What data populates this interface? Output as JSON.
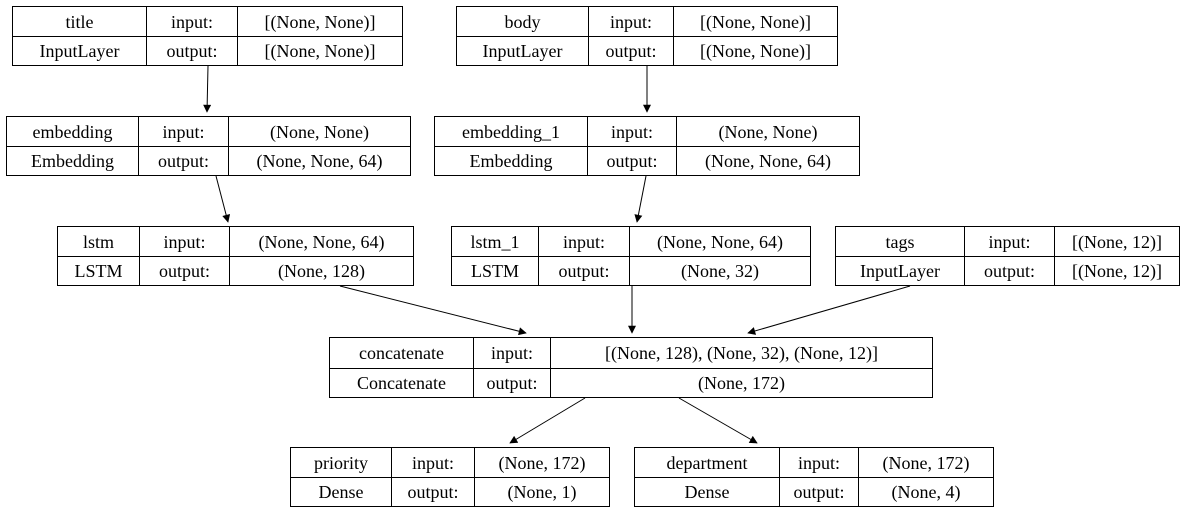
{
  "labels": {
    "input": "input:",
    "output": "output:"
  },
  "colors": {
    "background": "#ffffff",
    "line": "#000000",
    "text": "#000000"
  },
  "nodes": [
    {
      "name": "title",
      "layer_type": "InputLayer",
      "input_shape": "[(None, None)]",
      "output_shape": "[(None, None)]"
    },
    {
      "name": "body",
      "layer_type": "InputLayer",
      "input_shape": "[(None, None)]",
      "output_shape": "[(None, None)]"
    },
    {
      "name": "embedding",
      "layer_type": "Embedding",
      "input_shape": "(None, None)",
      "output_shape": "(None, None, 64)"
    },
    {
      "name": "embedding_1",
      "layer_type": "Embedding",
      "input_shape": "(None, None)",
      "output_shape": "(None, None, 64)"
    },
    {
      "name": "lstm",
      "layer_type": "LSTM",
      "input_shape": "(None, None, 64)",
      "output_shape": "(None, 128)"
    },
    {
      "name": "lstm_1",
      "layer_type": "LSTM",
      "input_shape": "(None, None, 64)",
      "output_shape": "(None, 32)"
    },
    {
      "name": "tags",
      "layer_type": "InputLayer",
      "input_shape": "[(None, 12)]",
      "output_shape": "[(None, 12)]"
    },
    {
      "name": "concatenate",
      "layer_type": "Concatenate",
      "input_shape": "[(None, 128), (None, 32), (None, 12)]",
      "output_shape": "(None, 172)"
    },
    {
      "name": "priority",
      "layer_type": "Dense",
      "input_shape": "(None, 172)",
      "output_shape": "(None, 1)"
    },
    {
      "name": "department",
      "layer_type": "Dense",
      "input_shape": "(None, 172)",
      "output_shape": "(None, 4)"
    }
  ],
  "edges": [
    {
      "from": "title",
      "to": "embedding"
    },
    {
      "from": "body",
      "to": "embedding_1"
    },
    {
      "from": "embedding",
      "to": "lstm"
    },
    {
      "from": "embedding_1",
      "to": "lstm_1"
    },
    {
      "from": "lstm",
      "to": "concatenate"
    },
    {
      "from": "lstm_1",
      "to": "concatenate"
    },
    {
      "from": "tags",
      "to": "concatenate"
    },
    {
      "from": "concatenate",
      "to": "priority"
    },
    {
      "from": "concatenate",
      "to": "department"
    }
  ]
}
